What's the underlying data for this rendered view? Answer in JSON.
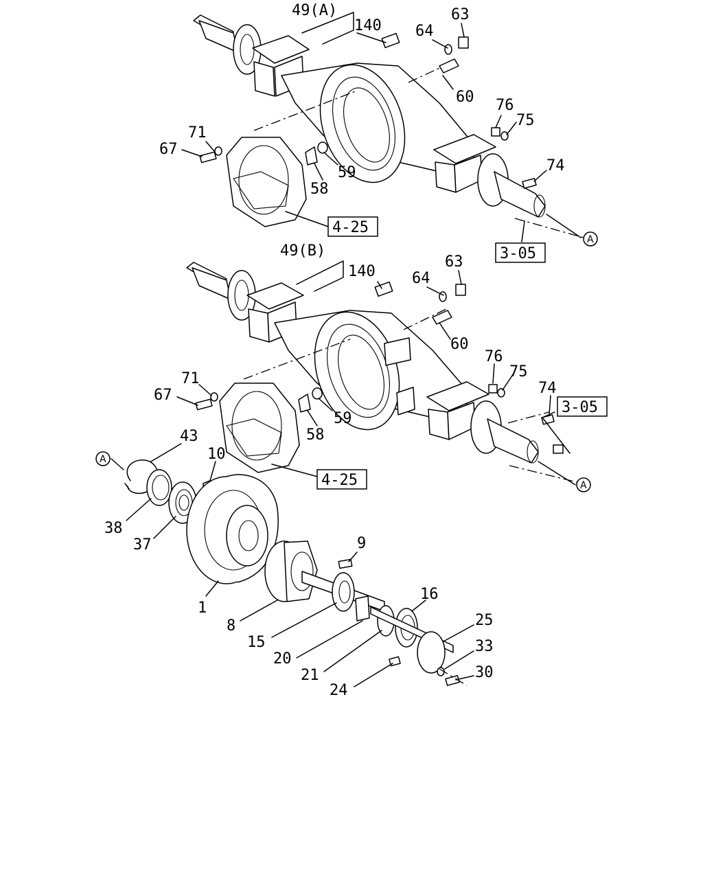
{
  "callouts": {
    "upper": {
      "p49": "49(A)",
      "p140": "140",
      "p63": "63",
      "p64": "64",
      "p60": "60",
      "p76": "76",
      "p75": "75",
      "p74": "74",
      "p71": "71",
      "p67": "67",
      "p59": "59",
      "p58": "58"
    },
    "lower": {
      "p49": "49(B)",
      "p140": "140",
      "p63": "63",
      "p64": "64",
      "p60": "60",
      "p76": "76",
      "p75": "75",
      "p74": "74",
      "p71": "71",
      "p67": "67",
      "p59": "59",
      "p58": "58"
    },
    "hub": {
      "p43": "43",
      "p10": "10",
      "p38": "38",
      "p37": "37",
      "p9": "9",
      "p1": "1",
      "p8": "8",
      "p15": "15",
      "p16": "16",
      "p20": "20",
      "p21": "21",
      "p25": "25",
      "p33": "33",
      "p30": "30",
      "p24": "24"
    }
  },
  "references": {
    "upper_4_25": "4-25",
    "upper_3_05": "3-05",
    "lower_4_25": "4-25",
    "lower_3_05": "3-05"
  },
  "connectors": {
    "upper_a": "A",
    "lower_a": "A",
    "hub_a": "A"
  }
}
